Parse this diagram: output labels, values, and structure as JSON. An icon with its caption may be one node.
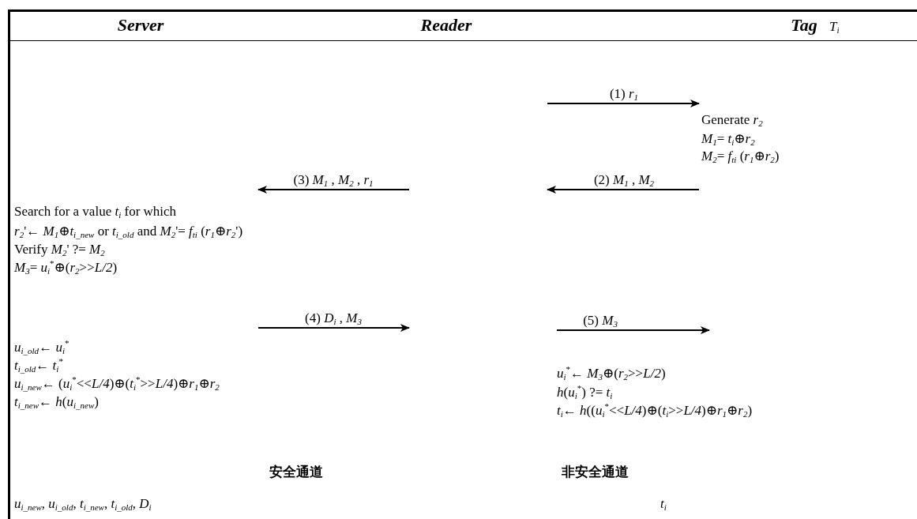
{
  "diagram": {
    "labels": [
      "Server",
      "Reader",
      "Tag",
      "T$_{i}$",
      "(1) *r*$_{1}$",
      "Generate *r*$_{2}$",
      "*M*$_{1}$= *t*$_{i}$⊕*r*$_{2}$",
      "*M*$_{2}$= *f*$_{ti}$ (*r*$_{1}$⊕*r*$_{2}$)",
      "(3) *M*$_{1}$ , *M*$_{2}$ , *r*$_{1}$",
      "(2) *M*$_{1}$ , *M*$_{2}$",
      "Search for a value *t*$_{i}$ for which",
      "*r*$_{2}$'← *M*$_{1}$⊕*t*$_{i_new}$ or *t*$_{i_old}$ and *M*$_{2}$'= *f*$_{ti}$ (*r*$_{1}$⊕*r*$_{2}$')",
      "Verify *M*$_{2}$' ?= *M*$_{2}$",
      "*M*$_{3}$= *u*$_{i}$$^{*}$⊕(*r*$_{2}$>>*L/2*)",
      "(4) *D*$_{i}$ , *M*$_{3}$",
      "(5) *M*$_{3}$",
      "*u*$_{i_old}$← *u*$_{i}$$^{*}$",
      "*t*$_{i_old}$← *t*$_{i}$$^{*}$",
      "*u*$_{i_new}$← (*u*$_{i}$$^{*}$<<*L/4*)⊕(*t*$_{i}$$^{*}$>>*L/4*)⊕*r*$_{1}$⊕*r*$_{2}$",
      "*t*$_{i_new}$← *h*(*u*$_{i_new}$)",
      "*u*$_{i}$$^{*}$← *M*$_{3}$⊕(*r*$_{2}$>>*L/2*)",
      "*h*(*u*$_{i}$$^{*}$) ?= *t*$_{i}$",
      "*t*$_{i}$← *h*((*u*$_{i}$$^{*}$<<*L/4*)⊕(*t*$_{i}$>>*L/4*)⊕*r*$_{1}$⊕*r*$_{2}$)",
      "安全通道",
      "非安全通道",
      "*u*$_{i_new}$, *u*$_{i_old}$, *t*$_{i_new}$, *t*$_{i_old}$, *D*$_{i}$",
      "*t*$_{i}$"
    ]
  }
}
